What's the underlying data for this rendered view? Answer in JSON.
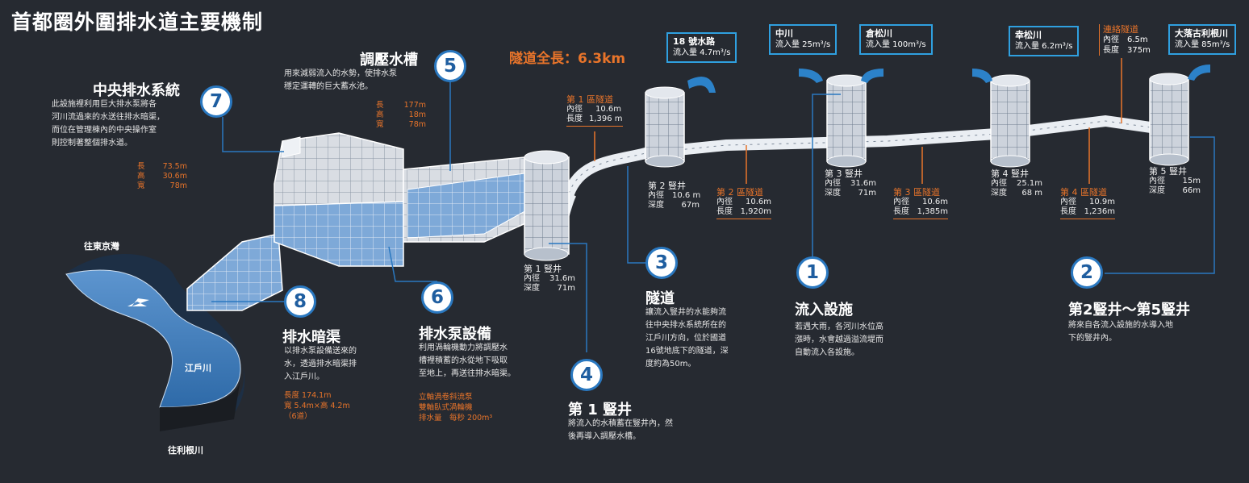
{
  "title": "首都圈外圍排水道主要機制",
  "tunnel_length": "隧道全長：6.3km",
  "items": {
    "n1": {
      "num": "1",
      "title": "流入設施",
      "desc": [
        "若遇大雨，各河川水位高",
        "漲時，水會越過溢流堤而",
        "自動流入各設施。"
      ]
    },
    "n2": {
      "num": "2",
      "title": "第2豎井～第5豎井",
      "desc": [
        "將來自各流入設施的水導入地",
        "下的豎井內。"
      ]
    },
    "n3": {
      "num": "3",
      "title": "隧道",
      "desc": [
        "讓流入豎井的水能夠流",
        "往中央排水系統所在的",
        "江戶川方向，位於國道",
        "16號地底下的隧道，深",
        "度約為50m。"
      ]
    },
    "n4": {
      "num": "4",
      "title": "第 1 豎井",
      "desc": [
        "將流入的水積蓄在豎井內，然",
        "後再導入調壓水槽。"
      ]
    },
    "n5": {
      "num": "5",
      "title": "調壓水槽",
      "desc": [
        "用來減弱流入的水勢，使排水泵",
        "穩定運轉的巨大蓄水池。"
      ],
      "specs": [
        {
          "k": "長",
          "v": "177m"
        },
        {
          "k": "高",
          "v": "18m"
        },
        {
          "k": "寬",
          "v": "78m"
        }
      ]
    },
    "n6": {
      "num": "6",
      "title": "排水泵設備",
      "desc": [
        "利用渦輪機動力將調壓水",
        "槽裡積蓄的水從地下吸取",
        "至地上，再送往排水暗渠。"
      ],
      "notes": [
        "立軸渦卷斜流泵",
        "雙軸臥式渦輪機",
        "排水量　每秒 200m³"
      ]
    },
    "n7": {
      "num": "7",
      "title": "中央排水系統",
      "desc": [
        "此設施裡利用巨大排水泵將各",
        "河川流過來的水送往排水暗渠，",
        "而位在管理棟內的中央操作室",
        "則控制著整個排水道。"
      ],
      "specs": [
        {
          "k": "長",
          "v": "73.5m"
        },
        {
          "k": "高",
          "v": "30.6m"
        },
        {
          "k": "寬",
          "v": "78m"
        }
      ]
    },
    "n8": {
      "num": "8",
      "title": "排水暗渠",
      "desc": [
        "以排水泵設備送來的",
        "水，透過排水暗渠排",
        "入江戶川。"
      ],
      "notes": [
        "長度 174.1m",
        "寬 5.4m×高 4.2m",
        "（6道）"
      ]
    }
  },
  "shafts": [
    {
      "name": "第 1 豎井",
      "d_k": "內徑",
      "d_v": "31.6m",
      "h_k": "深度",
      "h_v": "71m"
    },
    {
      "name": "第 2 豎井",
      "d_k": "內徑",
      "d_v": "10.6 m",
      "h_k": "深度",
      "h_v": "67m"
    },
    {
      "name": "第 3 豎井",
      "d_k": "內徑",
      "d_v": "31.6m",
      "h_k": "深度",
      "h_v": "71m"
    },
    {
      "name": "第 4 豎井",
      "d_k": "內徑",
      "d_v": "25.1m",
      "h_k": "深度",
      "h_v": "68 m"
    },
    {
      "name": "第 5 豎井",
      "d_k": "內徑",
      "d_v": "15m",
      "h_k": "深度",
      "h_v": "66m"
    }
  ],
  "tunnels": [
    {
      "name": "第 1 區隧道",
      "d_k": "內徑",
      "d_v": "10.6m",
      "l_k": "長度",
      "l_v": "1,396 m"
    },
    {
      "name": "第 2 區隧道",
      "d_k": "內徑",
      "d_v": "10.6m",
      "l_k": "長度",
      "l_v": "1,920m"
    },
    {
      "name": "第 3 區隧道",
      "d_k": "內徑",
      "d_v": "10.6m",
      "l_k": "長度",
      "l_v": "1,385m"
    },
    {
      "name": "第 4 區隧道",
      "d_k": "內徑",
      "d_v": "10.9m",
      "l_k": "長度",
      "l_v": "1,236m"
    }
  ],
  "inflows": [
    {
      "name": "18 號水路",
      "flow": "流入量 4.7m³/s"
    },
    {
      "name": "中川",
      "flow": "流入量 25m³/s"
    },
    {
      "name": "倉松川",
      "flow": "流入量 100m³/s"
    },
    {
      "name": "幸松川",
      "flow": "流入量 6.2m³/s"
    },
    {
      "name": "大落古利根川",
      "flow": "流入量 85m³/s"
    }
  ],
  "connector": {
    "name": "連絡隧道",
    "d_k": "內徑",
    "d_v": "6.5m",
    "l_k": "長度",
    "l_v": "375m"
  },
  "rivers": {
    "tokyo_bay": "往東京灣",
    "edogawa": "江戶川",
    "tone": "往利根川"
  },
  "colors": {
    "background": "#262a31",
    "accent_blue": "#2a78c0",
    "accent_orange": "#e8742a",
    "box_border": "#2fa0e0"
  }
}
